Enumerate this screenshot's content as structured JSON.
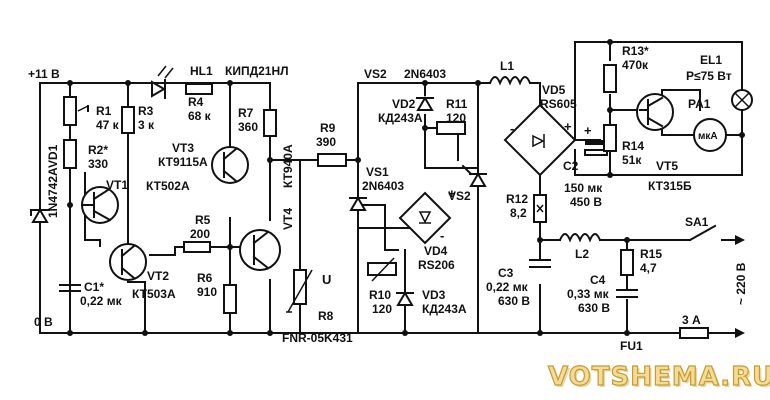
{
  "supply": {
    "plus_label": "+11 В",
    "zero_label": "0 В"
  },
  "components": {
    "VD1": {
      "ref": "VD1",
      "value": "1N4742A"
    },
    "R1": {
      "ref": "R1",
      "value": "47 к"
    },
    "R2": {
      "ref": "R2*",
      "value": "330"
    },
    "R3": {
      "ref": "R3",
      "value": "3 к"
    },
    "HL1": {
      "ref": "HL1",
      "value": "КИПД21НЛ"
    },
    "R4": {
      "ref": "R4",
      "value": "68 к"
    },
    "VT1": {
      "ref": "VT1",
      "value": "КТ502А"
    },
    "VT2": {
      "ref": "VT2",
      "value": "КТ503А"
    },
    "VT3": {
      "ref": "VT3",
      "value": "КТ9115А"
    },
    "VT4": {
      "ref": "VT4",
      "value": "КТ940А"
    },
    "R5": {
      "ref": "R5",
      "value": "200"
    },
    "R6": {
      "ref": "R6",
      "value": "910"
    },
    "R7": {
      "ref": "R7",
      "value": "360"
    },
    "C1": {
      "ref": "C1*",
      "value": "0,22 мк"
    },
    "R9": {
      "ref": "R9",
      "value": "390"
    },
    "R8": {
      "ref": "R8",
      "value": "FNR-05K431",
      "sym": "U"
    },
    "VS2": {
      "ref": "VS2",
      "value": "2N6403",
      "label": "VS2"
    },
    "VD2": {
      "ref": "VD2",
      "value": "КД243А"
    },
    "R11": {
      "ref": "R11",
      "value": "120"
    },
    "VS1": {
      "ref": "VS1",
      "value": "2N6403"
    },
    "VD4": {
      "ref": "VD4",
      "value": "RS206"
    },
    "R10": {
      "ref": "R10",
      "value": "120"
    },
    "VD3": {
      "ref": "VD3",
      "value": "КД243А"
    },
    "L1": {
      "ref": "L1"
    },
    "VD5": {
      "ref": "VD5",
      "value": "RS605"
    },
    "C2": {
      "ref": "C2",
      "value1": "150 мк",
      "value2": "450 В"
    },
    "R12": {
      "ref": "R12",
      "value": "8,2"
    },
    "C3": {
      "ref": "C3",
      "value1": "0,22 мк",
      "value2": "630 В"
    },
    "L2": {
      "ref": "L2"
    },
    "C4": {
      "ref": "C4",
      "value1": "0,33 мк",
      "value2": "630 В"
    },
    "R15": {
      "ref": "R15",
      "value": "4,7"
    },
    "R13": {
      "ref": "R13*",
      "value": "470к"
    },
    "R14": {
      "ref": "R14",
      "value": "51к"
    },
    "VT5": {
      "ref": "VT5",
      "value": "КТ315Б"
    },
    "PA1": {
      "ref": "PA1",
      "unit": "мкА"
    },
    "EL1": {
      "ref": "EL1",
      "value": "P≤75 Вт"
    },
    "SA1": {
      "ref": "SA1"
    },
    "FU1": {
      "ref": "FU1",
      "value": "3 А"
    },
    "mains": {
      "label": "~ 220 В"
    }
  },
  "polarity": {
    "plus": "+",
    "minus": "-"
  },
  "watermark": "VOTSHEMA.RU"
}
